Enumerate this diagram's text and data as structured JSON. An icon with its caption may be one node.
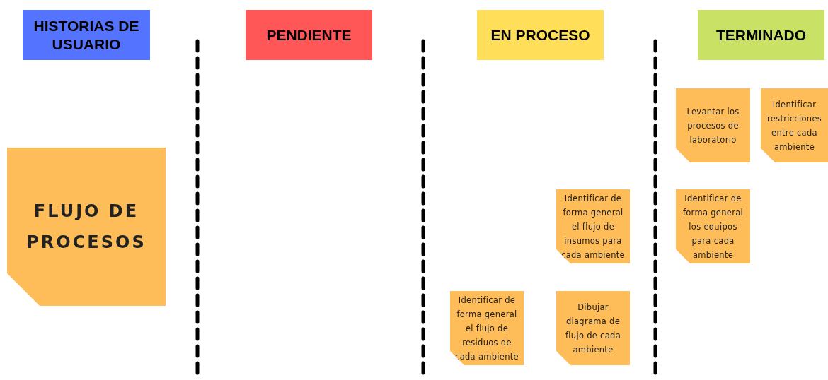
{
  "diagram": {
    "nodes": [
      {
        "text": [
          "HISTORIAS DE USUARIO"
        ]
      },
      {
        "text": [
          "PENDIENTE"
        ]
      },
      {
        "text": [
          "EN PROCESO"
        ]
      },
      {
        "text": [
          "TERMINADO"
        ]
      },
      {
        "text": [
          "FLUJO DE PROCESOS"
        ]
      },
      {
        "text": [
          "Levantar los procesos de laboratorio"
        ]
      },
      {
        "text": [
          "Identificar restricciones entre cada ambiente"
        ]
      },
      {
        "text": [
          "Identificar de forma general el flujo de insumos para cada ambiente"
        ]
      },
      {
        "text": [
          "Identificar de forma general los equipos para cada ambiente"
        ]
      },
      {
        "text": [
          "Identificar de forma general el flujo de residuos de cada ambiente"
        ]
      },
      {
        "text": [
          "Dibujar diagrama de flujo de cada ambiente"
        ]
      }
    ]
  }
}
